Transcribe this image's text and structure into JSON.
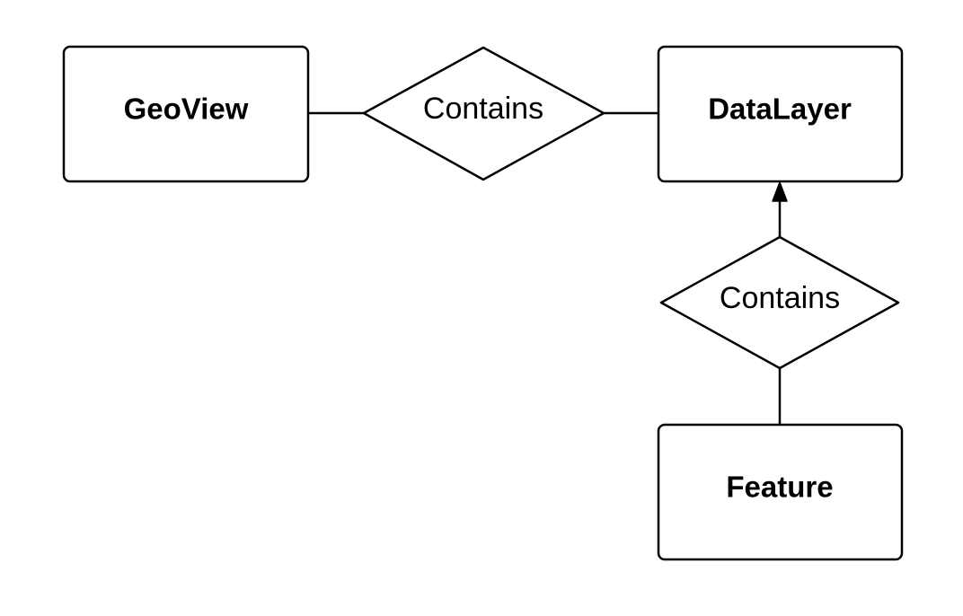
{
  "entities": {
    "geoview": "GeoView",
    "datalayer": "DataLayer",
    "feature": "Feature"
  },
  "relationships": {
    "geoview_datalayer": "Contains",
    "feature_datalayer": "Contains"
  },
  "colors": {
    "stroke": "#000000",
    "fill": "#ffffff",
    "background": "#ffffff"
  }
}
